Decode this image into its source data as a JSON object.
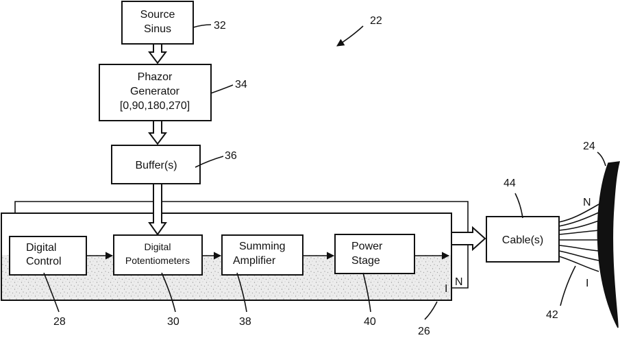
{
  "diagram": {
    "ref_system": "22",
    "blocks": {
      "source": {
        "lines": [
          "Source",
          "Sinus"
        ],
        "ref": "32"
      },
      "phazor": {
        "lines": [
          "Phazor",
          "Generator",
          "[0,90,180,270]"
        ],
        "ref": "34"
      },
      "buffer": {
        "lines": [
          "Buffer(s)"
        ],
        "ref": "36"
      },
      "digital_control": {
        "lines": [
          "Digital",
          "Control"
        ],
        "ref": "28"
      },
      "digital_pots": {
        "lines": [
          "Digital",
          "Potentiometers"
        ],
        "ref": "30"
      },
      "summing_amp": {
        "lines": [
          "Summing",
          "Amplifier"
        ],
        "ref": "38"
      },
      "power_stage": {
        "lines": [
          "Power",
          "Stage"
        ],
        "ref": "40"
      },
      "cable": {
        "lines": [
          "Cable(s)"
        ],
        "ref": "44"
      }
    },
    "enclosure_ref": "26",
    "port_labels": {
      "n": "N",
      "i": "I"
    },
    "probe": {
      "ref": "24",
      "n": "N",
      "i": "I",
      "wires_ref": "42"
    }
  }
}
